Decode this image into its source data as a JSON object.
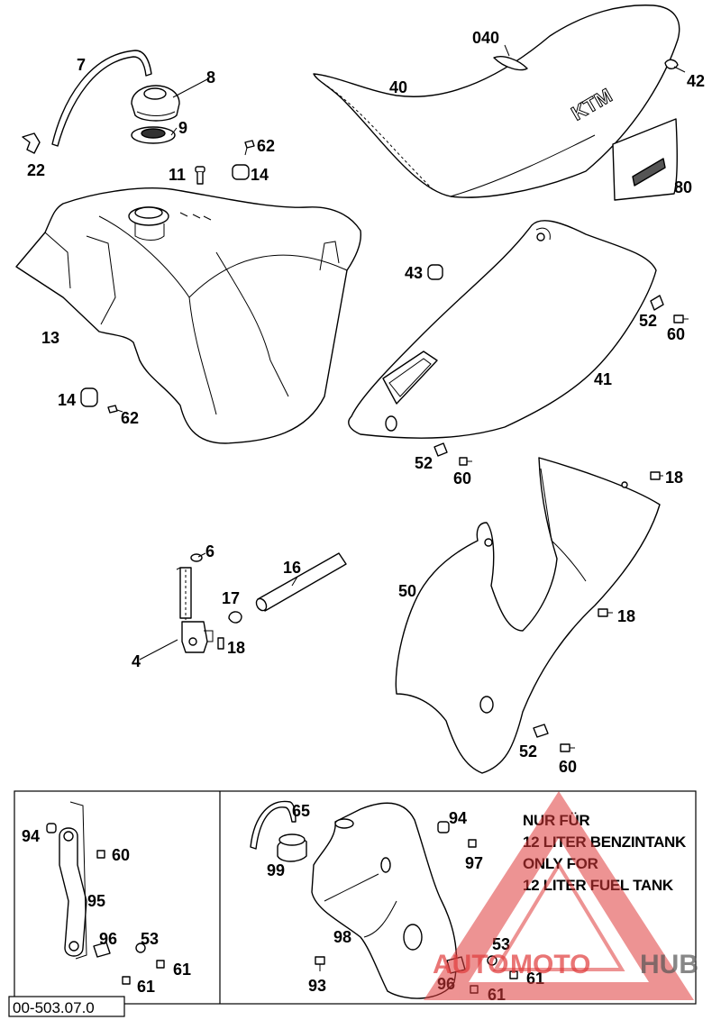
{
  "ref_code": "00-503.07.0",
  "note_lines": [
    "NUR FÜR",
    "12 LITER BENZINTANK",
    "ONLY FOR",
    "12 LITER FUEL TANK"
  ],
  "seat_brand": "KTM",
  "watermark": {
    "part1": "AUTO",
    "part2": "MOTO",
    "part3": "HUB",
    "color_red": "#e03b3b",
    "color_gray": "#555555"
  },
  "callouts": {
    "c7": "7",
    "c8": "8",
    "c9": "9",
    "c22": "22",
    "c62a": "62",
    "c11": "11",
    "c14a": "14",
    "c040": "040",
    "c40": "40",
    "c42": "42",
    "c80": "80",
    "c13": "13",
    "c14b": "14",
    "c62b": "62",
    "c43": "43",
    "c52a": "52",
    "c60a": "60",
    "c41": "41",
    "c52b": "52",
    "c60b": "60",
    "c18a": "18",
    "c6": "6",
    "c16": "16",
    "c17": "17",
    "c18b": "18",
    "c4": "4",
    "c50": "50",
    "c18c": "18",
    "c52c": "52",
    "c60c": "60",
    "c94a": "94",
    "c60d": "60",
    "c95": "95",
    "c96a": "96",
    "c53a": "53",
    "c61a": "61",
    "c61b": "61",
    "c65": "65",
    "c99": "99",
    "c94b": "94",
    "c97": "97",
    "c98": "98",
    "c53b": "53",
    "c93": "93",
    "c96b": "96",
    "c61c": "61",
    "c61d": "61"
  }
}
